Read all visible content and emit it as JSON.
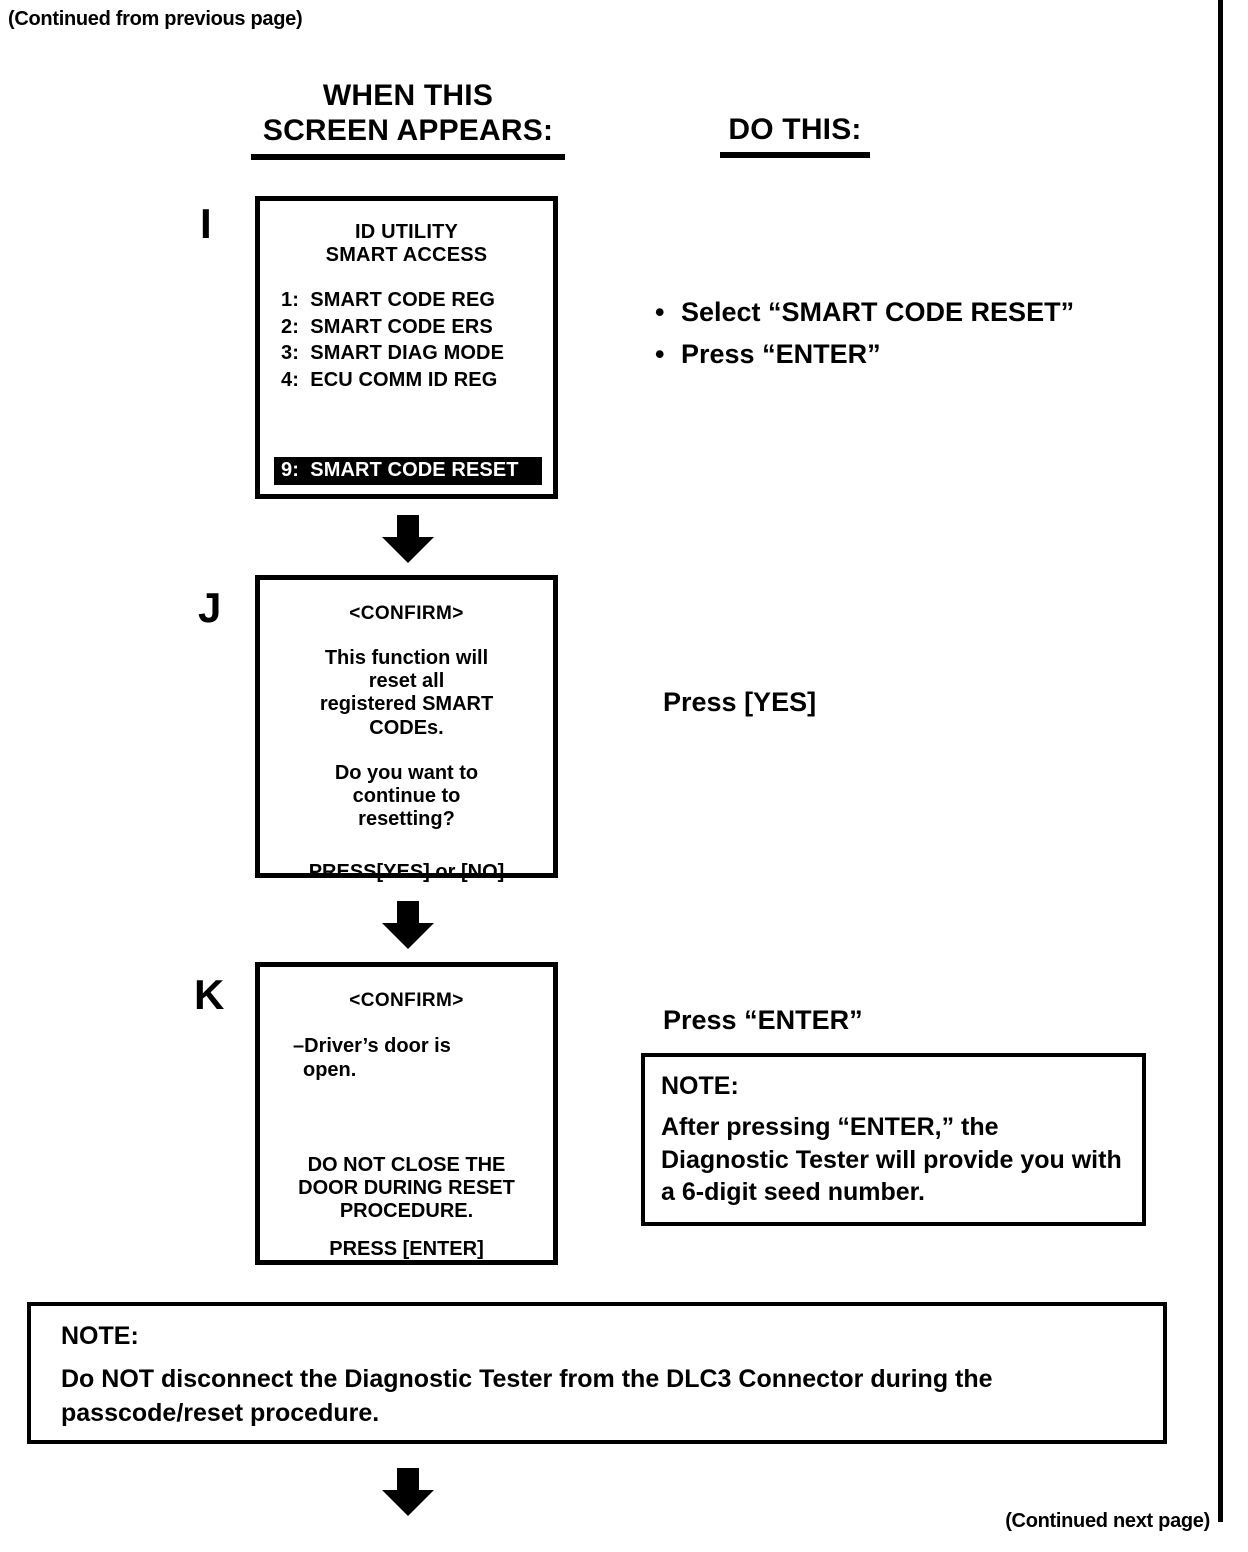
{
  "page": {
    "continued_from": "(Continued from previous page)",
    "continued_next": "(Continued next page)",
    "ink_color": "#000000",
    "paper_color": "#ffffff"
  },
  "headers": {
    "left_column": {
      "line1": "WHEN THIS",
      "line2": "SCREEN APPEARS:"
    },
    "right_column": "DO THIS:"
  },
  "steps": [
    {
      "letter": "I",
      "screen": {
        "title_line1": "ID UTILITY",
        "title_line2": "SMART ACCESS",
        "menu": [
          "1:  SMART CODE REG",
          "2:  SMART CODE ERS",
          "3:  SMART DIAG MODE",
          "4:  ECU COMM ID REG"
        ],
        "highlighted_item": "9:  SMART CODE RESET"
      },
      "instructions": [
        "Select “SMART CODE RESET”",
        "Press “ENTER”"
      ],
      "bullet_glyph": "•"
    },
    {
      "letter": "J",
      "screen": {
        "header": "<CONFIRM>",
        "paragraph1": [
          "This function will",
          "reset all",
          "registered SMART",
          "CODEs."
        ],
        "paragraph2": [
          "Do you want to",
          "continue to",
          "resetting?"
        ],
        "prompt": "PRESS[YES] or [NO]"
      },
      "instruction": "Press [YES]"
    },
    {
      "letter": "K",
      "screen": {
        "header": "<CONFIRM>",
        "status_line1": "–Driver’s door is",
        "status_line2": "open.",
        "warning": [
          "DO NOT CLOSE THE",
          "DOOR DURING RESET",
          "PROCEDURE."
        ],
        "prompt": "PRESS [ENTER]"
      },
      "instruction": "Press “ENTER”"
    }
  ],
  "notes": [
    {
      "id": "note-after-enter",
      "title": "NOTE:",
      "body": "After pressing “ENTER,” the Diagnostic Tester will provide you with a 6-digit seed number."
    },
    {
      "id": "note-do-not-disconnect",
      "title": "NOTE:",
      "body": "Do NOT disconnect the Diagnostic Tester from the DLC3 Connector during the passcode/reset procedure."
    }
  ]
}
